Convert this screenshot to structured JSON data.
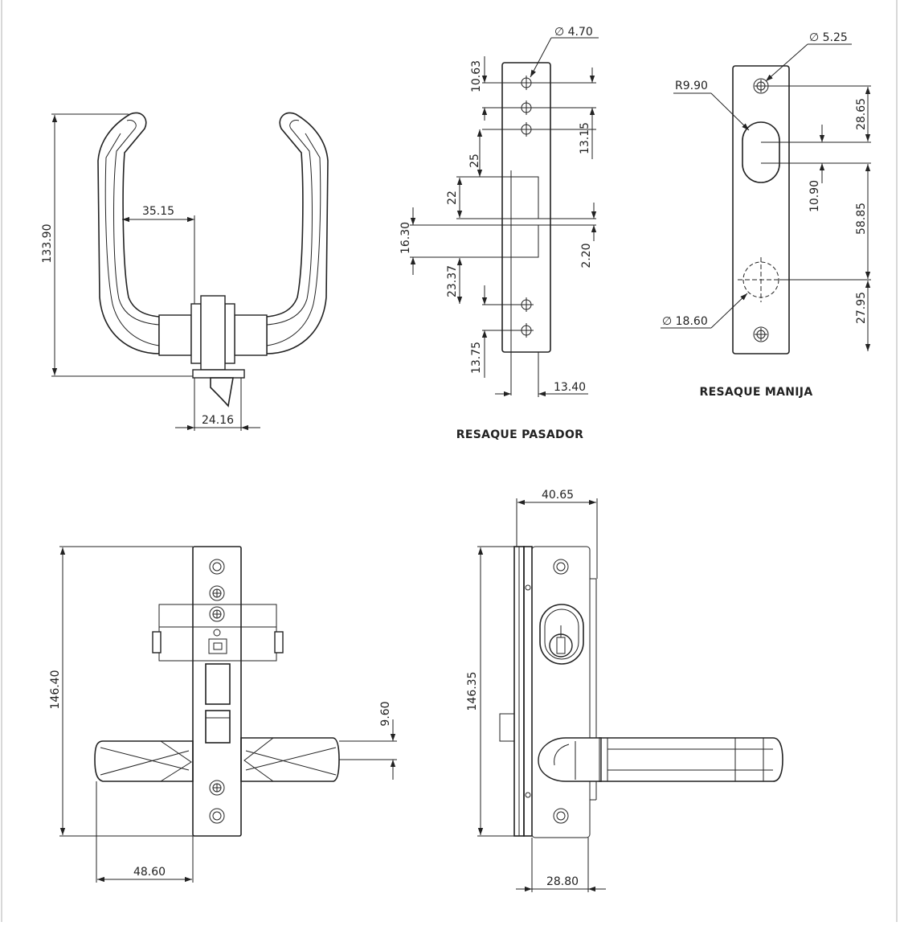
{
  "colors": {
    "line": "#222222",
    "background": "#ffffff",
    "frame": "#cccccc"
  },
  "lever_handle_top": {
    "height": "133.90",
    "reach": "35.15",
    "latch_width": "24.16"
  },
  "resaque_pasador": {
    "caption": "RESAQUE PASADOR",
    "hole_diameter": "∅ 4.70",
    "d_10_63": "10.63",
    "d_13_15": "13.15",
    "d_25": "25",
    "d_22": "22",
    "d_16_30": "16.30",
    "d_2_20": "2.20",
    "d_23_37": "23.37",
    "d_13_75": "13.75",
    "d_13_40": "13.40"
  },
  "resaque_manija": {
    "caption": "RESAQUE MANIJA",
    "hole_diameter": "∅ 5.25",
    "slot_radius": "R9.90",
    "cylinder_diameter": "∅ 18.60",
    "d_28_65": "28.65",
    "d_10_90": "10.90",
    "d_58_85": "58.85",
    "d_27_95": "27.95"
  },
  "front_view": {
    "height": "146.40",
    "offset": "9.60",
    "width": "48.60"
  },
  "side_view": {
    "height": "146.35",
    "depth": "40.65",
    "width": "28.80"
  }
}
